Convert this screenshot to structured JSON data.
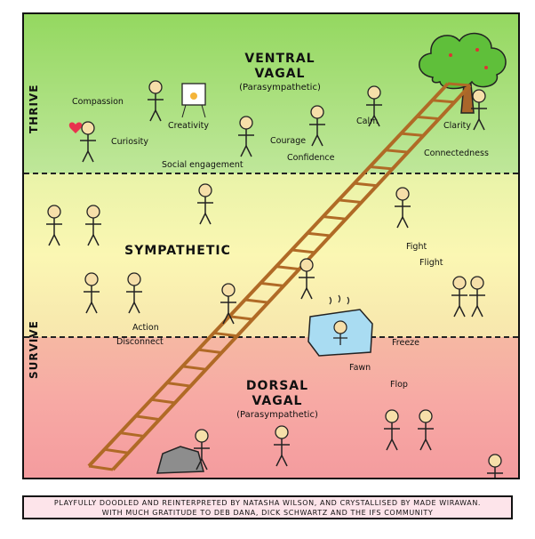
{
  "zones": {
    "ventral": {
      "title_line1": "VENTRAL",
      "title_line2": "VAGAL",
      "subtitle": "(Parasympathetic)"
    },
    "sympathetic": {
      "title": "SYMPATHETIC"
    },
    "dorsal": {
      "title_line1": "DORSAL",
      "title_line2": "VAGAL",
      "subtitle": "(Parasympathetic)"
    }
  },
  "side_labels": {
    "thrive": "THRIVE",
    "survive": "SURVIVE"
  },
  "ventral_words": {
    "compassion": "Compassion",
    "creativity": "Creativity",
    "curiosity": "Curiosity",
    "courage": "Courage",
    "calm": "Calm",
    "confidence": "Confidence",
    "clarity": "Clarity",
    "connectedness": "Connectedness",
    "social": "Social engagement"
  },
  "sympathetic_words": {
    "fight": "Fight",
    "flight": "Flight",
    "action": "Action",
    "disconnect": "Disconnect"
  },
  "dorsal_words": {
    "freeze": "Freeze",
    "fawn": "Fawn",
    "flop": "Flop"
  },
  "credit": {
    "line1": "PLAYFULLY DOODLED AND REINTERPRETED BY NATASHA WILSON, AND CRYSTALLISED BY MADE WIRAWAN.",
    "line2": "WITH MUCH GRATITUDE TO DEB DANA, DICK SCHWARTZ AND THE IFS COMMUNITY"
  },
  "colors": {
    "thrive": "#a6de78",
    "sympathetic": "#fbf5b0",
    "dorsal": "#f6a7a2",
    "ladder": "#b06a26"
  }
}
